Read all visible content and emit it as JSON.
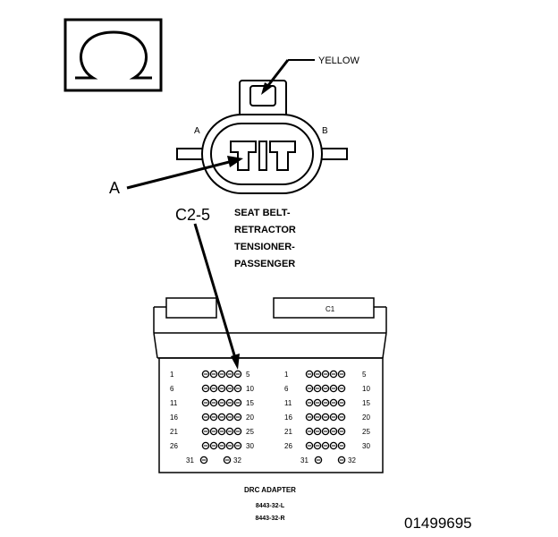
{
  "symbol": {
    "icon": "ohm-icon"
  },
  "labels": {
    "wire_color": "YELLOW",
    "pin_a": "A",
    "pin_b": "B",
    "callout_a": "A",
    "callout_c": "C2-5",
    "connector_name": [
      "SEAT BELT-",
      "RETRACTOR",
      "TENSIONER-",
      "PASSENGER"
    ],
    "c1_label": "C1"
  },
  "adapter": {
    "rows": [
      {
        "start": "1",
        "end": "5"
      },
      {
        "start": "6",
        "end": "10"
      },
      {
        "start": "11",
        "end": "15"
      },
      {
        "start": "16",
        "end": "20"
      },
      {
        "start": "21",
        "end": "25"
      },
      {
        "start": "26",
        "end": "30"
      }
    ],
    "last_row": {
      "start": "31",
      "end": "32"
    },
    "title": [
      "DRC ADAPTER",
      "8443-32-L",
      "8443-32-R"
    ]
  },
  "figure_id": "01499695"
}
